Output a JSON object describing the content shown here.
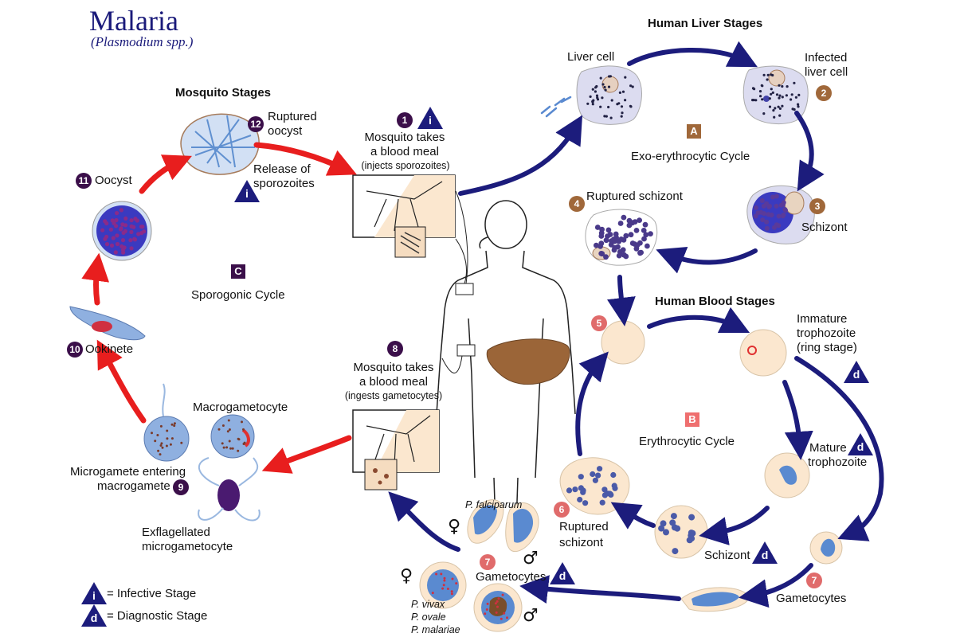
{
  "title": "Malaria",
  "subtitle": "(Plasmodium spp.)",
  "sections": {
    "mosquito": "Mosquito Stages",
    "liver": "Human Liver Stages",
    "blood": "Human Blood Stages"
  },
  "cycles": {
    "a_letter": "A",
    "a_label": "Exo-erythrocytic Cycle",
    "b_letter": "B",
    "b_label": "Erythrocytic Cycle",
    "c_letter": "C",
    "c_label": "Sporogonic Cycle"
  },
  "steps": {
    "s1": {
      "num": "1",
      "line1": "Mosquito takes",
      "line2": "a blood meal",
      "line3": "(injects sporozoites)"
    },
    "s2": {
      "num": "2",
      "line1": "Infected",
      "line2": "liver cell"
    },
    "liver_cell": "Liver cell",
    "s3": {
      "num": "3",
      "label": "Schizont"
    },
    "s4": {
      "num": "4",
      "label": "Ruptured schizont"
    },
    "s5": {
      "num": "5"
    },
    "imm": {
      "line1": "Immature",
      "line2": "trophozoite",
      "line3": "(ring stage)"
    },
    "mat": {
      "line1": "Mature",
      "line2": "trophozoite"
    },
    "schizont_b": "Schizont",
    "s6": {
      "num": "6",
      "line1": "Ruptured",
      "line2": "schizont"
    },
    "s7a": {
      "num": "7",
      "label": "Gametocytes"
    },
    "s7b": {
      "num": "7",
      "label": "Gametocytes"
    },
    "species": {
      "fal": "P. falciparum",
      "viv": "P. vivax",
      "ova": "P. ovale",
      "mal": "P. malariae"
    },
    "s8": {
      "num": "8",
      "line1": "Mosquito takes",
      "line2": "a blood meal",
      "line3": "(ingests gametocytes)"
    },
    "macro": "Macrogametocyte",
    "s9": {
      "num": "9",
      "line1": "Microgamete entering",
      "line2": "macrogamete"
    },
    "exfl": {
      "line1": "Exflagellated",
      "line2": "microgametocyte"
    },
    "s10": {
      "num": "10",
      "label": "Ookinete"
    },
    "s11": {
      "num": "11",
      "label": "Oocyst"
    },
    "s12": {
      "num": "12",
      "line1": "Ruptured",
      "line2": "oocyst"
    },
    "release": {
      "line1": "Release of",
      "line2": "sporozoites"
    }
  },
  "symbols": {
    "female": "♀",
    "male": "♂",
    "infective_letter": "i",
    "diagnostic_letter": "d"
  },
  "legend": {
    "infective": "= Infective Stage",
    "diagnostic": "= Diagnostic Stage"
  },
  "colors": {
    "blue_arrow": "#1c1c7c",
    "red_arrow": "#e81e1e",
    "cell_fill": "#fbe7cf",
    "liver_fill": "#dcdcf0",
    "liver_organ": "#9b6538"
  }
}
